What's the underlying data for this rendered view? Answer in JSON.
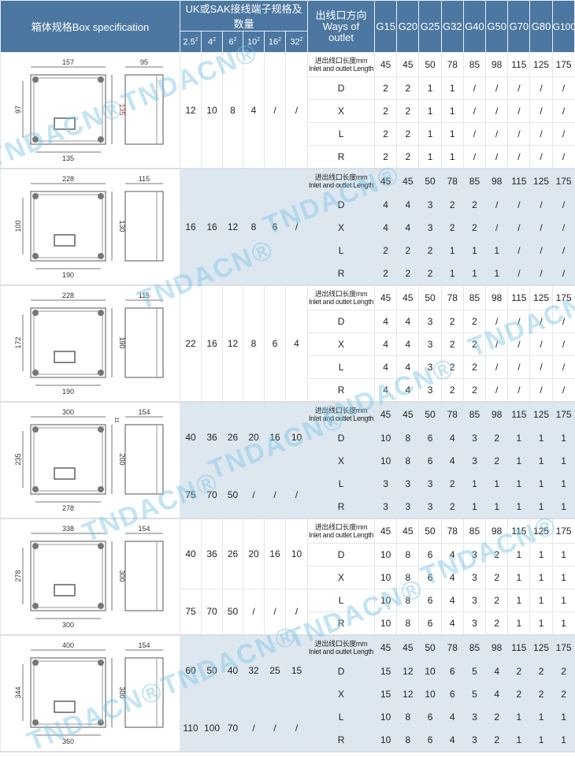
{
  "header": {
    "box_spec": "箱体规格Box specification",
    "terminal_group": "UK或SAK接线端子规格及数量",
    "terminal_sizes": [
      "2.5",
      "4",
      "6",
      "10",
      "16",
      "32"
    ],
    "terminal_sup": "2",
    "ways_cn": "出线口方向",
    "ways_en": "Ways of outlet",
    "glands": [
      "G15",
      "G20",
      "G25",
      "G32",
      "G40",
      "G50",
      "G70",
      "G80",
      "G100"
    ]
  },
  "length_label_cn": "进出线口长度mm",
  "length_label_en": "Inlet and outlet Length",
  "lengths": [
    "45",
    "45",
    "50",
    "78",
    "85",
    "98",
    "115",
    "125",
    "175"
  ],
  "watermark": "TNDACN®",
  "boxes": [
    {
      "dims": {
        "top": "157",
        "left": "97",
        "right": "135",
        "bottom": "135",
        "side": "95"
      },
      "terminals": [
        [
          "12",
          "10",
          "8",
          "4",
          "/",
          "/"
        ]
      ],
      "ways": [
        {
          "dir": "D",
          "v": [
            "2",
            "2",
            "1",
            "1",
            "/",
            "/",
            "/",
            "/",
            "/"
          ]
        },
        {
          "dir": "X",
          "v": [
            "2",
            "2",
            "1",
            "1",
            "/",
            "/",
            "/",
            "/",
            "/"
          ]
        },
        {
          "dir": "L",
          "v": [
            "2",
            "2",
            "1",
            "1",
            "/",
            "/",
            "/",
            "/",
            "/"
          ]
        },
        {
          "dir": "R",
          "v": [
            "2",
            "2",
            "1",
            "1",
            "/",
            "/",
            "/",
            "/",
            "/"
          ]
        }
      ]
    },
    {
      "dims": {
        "top": "228",
        "left": "100",
        "right": "130",
        "bottom": "190",
        "side": "115"
      },
      "terminals": [
        [
          "16",
          "16",
          "12",
          "8",
          "6",
          "/"
        ]
      ],
      "ways": [
        {
          "dir": "D",
          "v": [
            "4",
            "4",
            "3",
            "2",
            "2",
            "/",
            "/",
            "/",
            "/"
          ]
        },
        {
          "dir": "X",
          "v": [
            "4",
            "4",
            "3",
            "2",
            "2",
            "/",
            "/",
            "/",
            "/"
          ]
        },
        {
          "dir": "L",
          "v": [
            "2",
            "2",
            "2",
            "1",
            "1",
            "1",
            "/",
            "/",
            "/"
          ]
        },
        {
          "dir": "R",
          "v": [
            "2",
            "2",
            "2",
            "1",
            "1",
            "1",
            "/",
            "/",
            "/"
          ]
        }
      ]
    },
    {
      "dims": {
        "top": "228",
        "left": "172",
        "right": "190",
        "bottom": "190",
        "side": "115"
      },
      "terminals": [
        [
          "22",
          "16",
          "12",
          "8",
          "6",
          "4"
        ]
      ],
      "ways": [
        {
          "dir": "D",
          "v": [
            "4",
            "4",
            "3",
            "2",
            "2",
            "/",
            "/",
            "/",
            "/"
          ]
        },
        {
          "dir": "X",
          "v": [
            "4",
            "4",
            "3",
            "2",
            "2",
            "/",
            "/",
            "/",
            "/"
          ]
        },
        {
          "dir": "L",
          "v": [
            "4",
            "4",
            "3",
            "2",
            "2",
            "/",
            "/",
            "/",
            "/"
          ]
        },
        {
          "dir": "R",
          "v": [
            "4",
            "4",
            "3",
            "2",
            "2",
            "/",
            "/",
            "/",
            "/"
          ]
        }
      ]
    },
    {
      "dims": {
        "top": "300",
        "left": "235",
        "right": "200",
        "bottom": "278",
        "side": "154",
        "extra": "11"
      },
      "terminals": [
        [
          "40",
          "36",
          "26",
          "20",
          "16",
          "10"
        ],
        [
          "75",
          "70",
          "50",
          "/",
          "/",
          "/"
        ]
      ],
      "ways": [
        {
          "dir": "D",
          "v": [
            "10",
            "8",
            "6",
            "4",
            "3",
            "2",
            "1",
            "1",
            "1"
          ]
        },
        {
          "dir": "X",
          "v": [
            "10",
            "8",
            "6",
            "4",
            "3",
            "2",
            "1",
            "1",
            "1"
          ]
        },
        {
          "dir": "L",
          "v": [
            "3",
            "3",
            "3",
            "2",
            "1",
            "1",
            "1",
            "1",
            "1"
          ]
        },
        {
          "dir": "R",
          "v": [
            "3",
            "3",
            "3",
            "2",
            "1",
            "1",
            "1",
            "1",
            "1"
          ]
        }
      ]
    },
    {
      "dims": {
        "top": "338",
        "left": "278",
        "right": "300",
        "bottom": "300",
        "side": "154"
      },
      "terminals": [
        [
          "40",
          "36",
          "26",
          "20",
          "16",
          "10"
        ],
        [
          "75",
          "70",
          "50",
          "/",
          "/",
          "/"
        ]
      ],
      "ways": [
        {
          "dir": "D",
          "v": [
            "10",
            "8",
            "6",
            "4",
            "3",
            "2",
            "1",
            "1",
            "1"
          ]
        },
        {
          "dir": "X",
          "v": [
            "10",
            "8",
            "6",
            "4",
            "3",
            "2",
            "1",
            "1",
            "1"
          ]
        },
        {
          "dir": "L",
          "v": [
            "10",
            "8",
            "6",
            "4",
            "3",
            "2",
            "1",
            "1",
            "1"
          ]
        },
        {
          "dir": "R",
          "v": [
            "10",
            "8",
            "6",
            "4",
            "3",
            "2",
            "1",
            "1",
            "1"
          ]
        }
      ]
    },
    {
      "dims": {
        "top": "400",
        "left": "344",
        "right": "300",
        "bottom": "360",
        "side": "154"
      },
      "terminals": [
        [
          "60",
          "50",
          "40",
          "32",
          "25",
          "15"
        ],
        [
          "110",
          "100",
          "70",
          "/",
          "/",
          "/"
        ]
      ],
      "ways": [
        {
          "dir": "D",
          "v": [
            "15",
            "12",
            "10",
            "6",
            "5",
            "4",
            "2",
            "2",
            "2"
          ]
        },
        {
          "dir": "X",
          "v": [
            "15",
            "12",
            "10",
            "6",
            "5",
            "4",
            "2",
            "2",
            "2"
          ]
        },
        {
          "dir": "L",
          "v": [
            "10",
            "8",
            "6",
            "4",
            "3",
            "2",
            "1",
            "1",
            "1"
          ]
        },
        {
          "dir": "R",
          "v": [
            "10",
            "8",
            "6",
            "4",
            "3",
            "2",
            "1",
            "1",
            "1"
          ]
        }
      ]
    }
  ]
}
